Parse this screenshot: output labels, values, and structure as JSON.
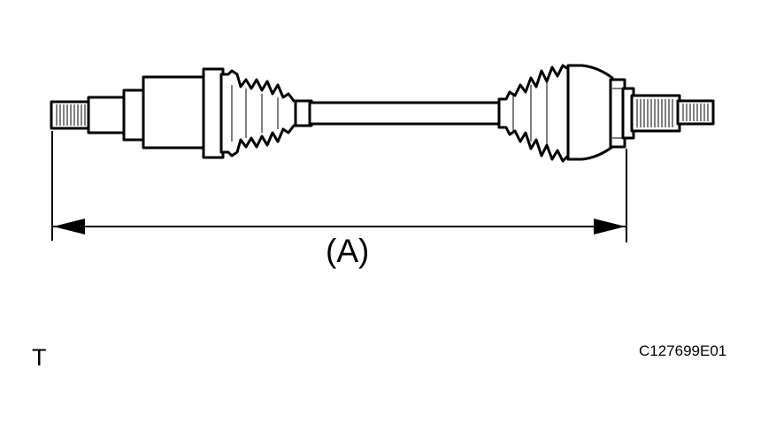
{
  "diagram": {
    "dimension_label": "(A)",
    "corner_letter": "T",
    "figure_code": "C127699E01"
  },
  "colors": {
    "line": "#000000",
    "background": "#ffffff"
  },
  "icons": [
    "drive-shaft-drawing",
    "dimension-arrow"
  ]
}
